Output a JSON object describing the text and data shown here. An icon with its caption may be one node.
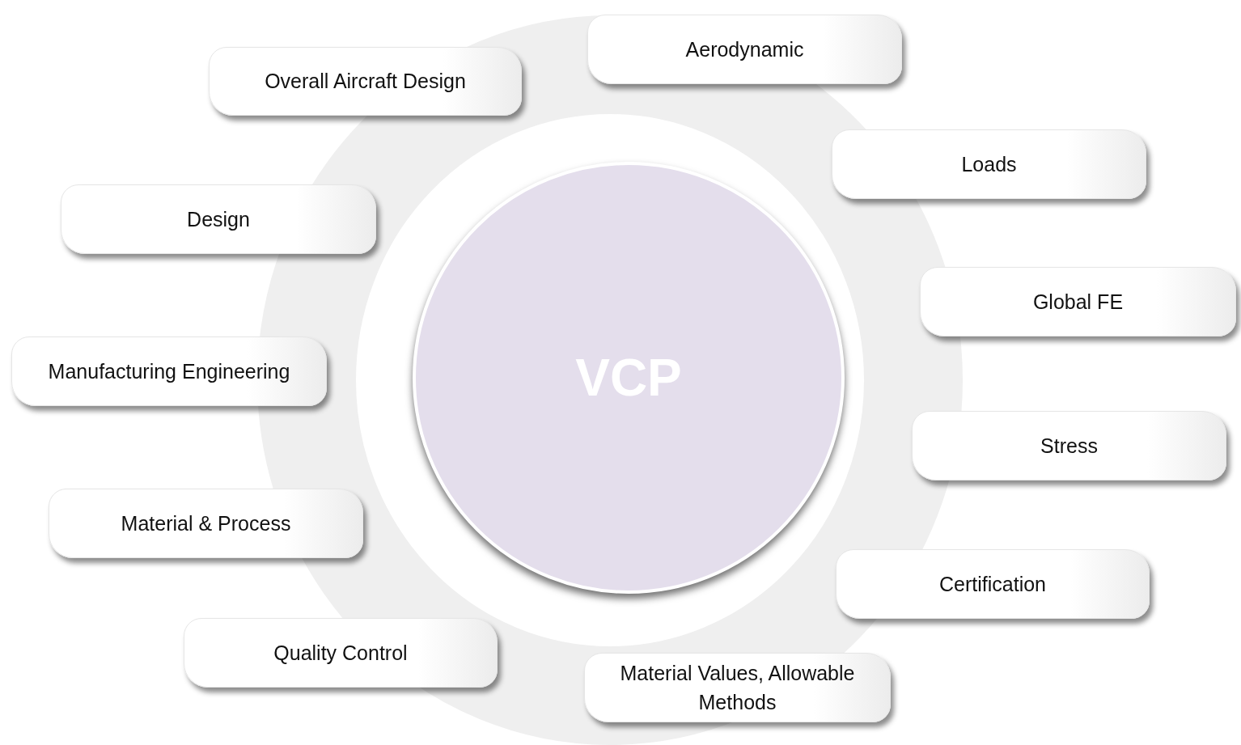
{
  "diagram": {
    "nodes": [
      {
        "text": [
          "VCP"
        ]
      },
      {
        "text": [
          "Overall Aircraft Design"
        ]
      },
      {
        "text": [
          "Aerodynamic"
        ]
      },
      {
        "text": [
          "Loads"
        ]
      },
      {
        "text": [
          "Design"
        ]
      },
      {
        "text": [
          "Global FE"
        ]
      },
      {
        "text": [
          "Manufacturing Engineering"
        ]
      },
      {
        "text": [
          "Stress"
        ]
      },
      {
        "text": [
          "Material & Process"
        ]
      },
      {
        "text": [
          "Certification"
        ]
      },
      {
        "text": [
          "Quality Control"
        ]
      },
      {
        "text": [
          "Material Values, Allowable Methods"
        ]
      }
    ]
  }
}
